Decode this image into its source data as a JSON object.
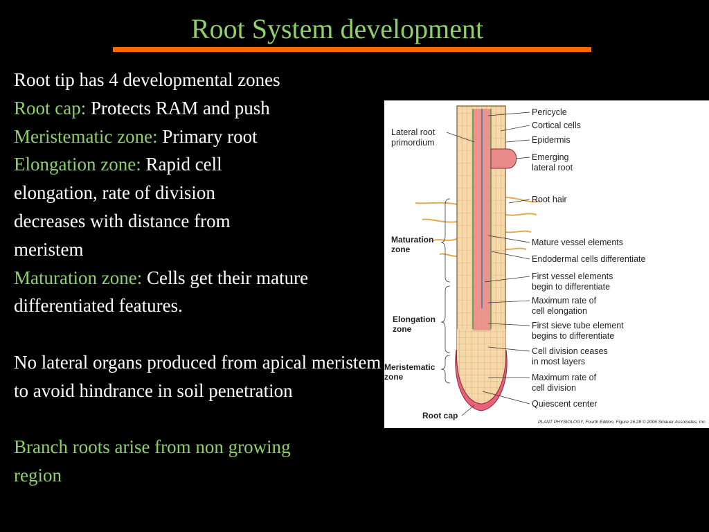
{
  "slide": {
    "title": "Root System development",
    "paragraphs": {
      "intro": "Root tip has 4 developmental zones",
      "root_cap_term": "Root cap:",
      "root_cap_text": " Protects RAM and push",
      "meristematic_term": "Meristematic zone:",
      "meristematic_text": " Primary root",
      "elongation_term": "Elongation zone:",
      "elongation_text": " Rapid cell elongation, rate of division decreases with distance from meristem",
      "maturation_term": "Maturation zone:",
      "maturation_text": " Cells get their mature differentiated features.",
      "lateral_organs": "No lateral organs produced from apical meristem to avoid hindrance in soil penetration",
      "branch_roots": "Branch roots arise from non growing region"
    },
    "colors": {
      "background": "#000000",
      "accent_green": "#8fd06a",
      "rule_orange": "#ff6a00",
      "text": "#ffffff"
    }
  },
  "figure": {
    "left_labels": {
      "lateral_root_primordium_1": "Lateral root",
      "lateral_root_primordium_2": "primordium",
      "maturation_zone_1": "Maturation",
      "maturation_zone_2": "zone",
      "elongation_zone_1": "Elongation",
      "elongation_zone_2": "zone",
      "meristematic_zone_1": "Meristematic",
      "meristematic_zone_2": "zone",
      "root_cap": "Root cap"
    },
    "right_labels": {
      "pericycle": "Pericycle",
      "cortical_cells": "Cortical cells",
      "epidermis": "Epidermis",
      "emerging_1": "Emerging",
      "emerging_2": "lateral root",
      "root_hair": "Root hair",
      "mature_vessel": "Mature vessel elements",
      "endodermal": "Endodermal cells differentiate",
      "first_vessel_1": "First vessel elements",
      "first_vessel_2": "begin to differentiate",
      "max_elong_1": "Maximum rate of",
      "max_elong_2": "cell elongation",
      "first_sieve_1": "First sieve tube element",
      "first_sieve_2": "begins to differentiate",
      "cell_div_1": "Cell division ceases",
      "cell_div_2": "in most layers",
      "max_div_1": "Maximum rate of",
      "max_div_2": "cell division",
      "quiescent": "Quiescent center"
    },
    "caption": "PLANT PHYSIOLOGY, Fourth Edition, Figure 16.28  © 2006 Sinauer Associates, Inc."
  }
}
